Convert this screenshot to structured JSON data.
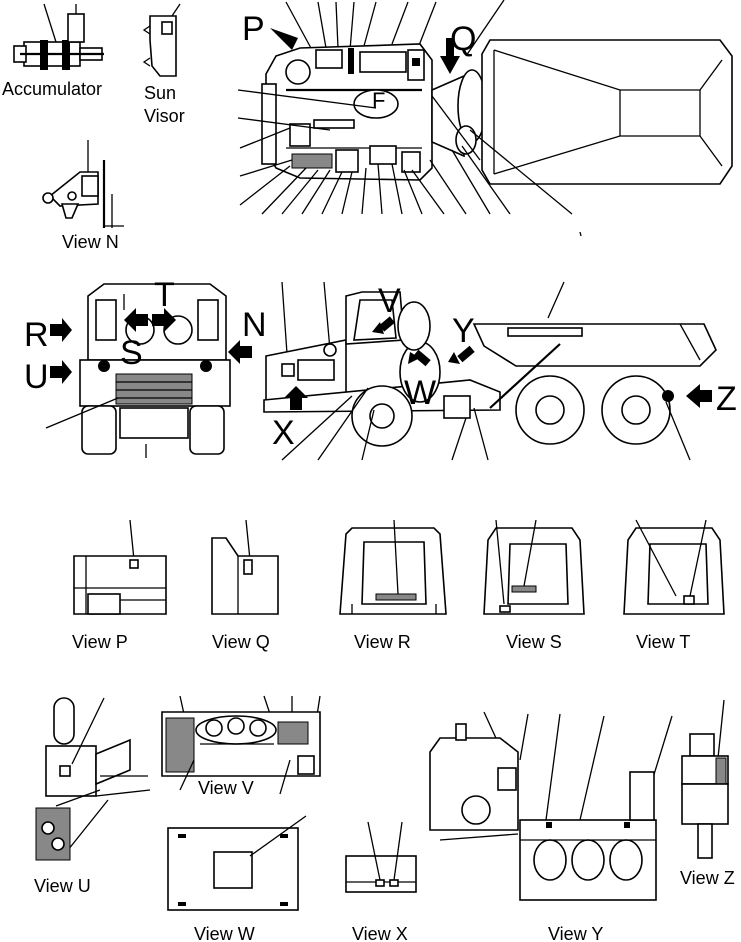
{
  "labels": {
    "accumulator": "Accumulator",
    "sun": "Sun",
    "visor": "Visor",
    "view_n": "View N",
    "view_p": "View P",
    "view_q": "View Q",
    "view_r": "View R",
    "view_s": "View S",
    "view_t": "View T",
    "view_u": "View U",
    "view_v": "View V",
    "view_w": "View W",
    "view_x": "View X",
    "view_y": "View Y",
    "view_z": "View Z"
  },
  "letters": {
    "p": "P",
    "q": "Q",
    "f": "F",
    "r": "R",
    "t": "T",
    "u": "U",
    "s": "S",
    "n": "N",
    "v": "V",
    "y": "Y",
    "w": "W",
    "x": "X",
    "z": "Z"
  }
}
